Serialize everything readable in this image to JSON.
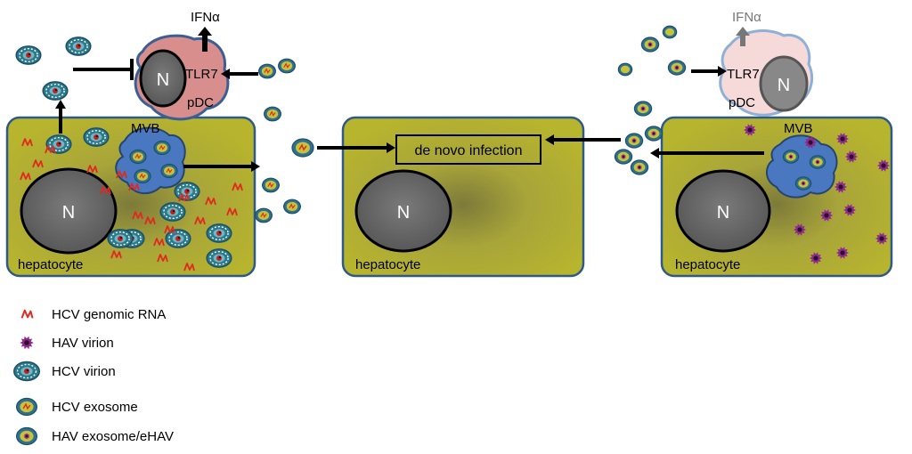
{
  "labels": {
    "nucleus": "N",
    "hepatocyte": "hepatocyte",
    "mvb": "MVB",
    "pdc": "pDC",
    "tlr7": "TLR7",
    "ifn": "IFNα",
    "de_novo": "de novo infection"
  },
  "legend": [
    {
      "icon": "hcv-rna-icon",
      "label": "HCV genomic RNA"
    },
    {
      "icon": "hav-virion-icon",
      "label": "HAV virion"
    },
    {
      "icon": "hcv-virion-icon",
      "label": "HCV virion"
    },
    {
      "icon": "hcv-exosome-icon",
      "label": "HCV exosome"
    },
    {
      "icon": "hav-exosome-icon",
      "label": "HAV exosome/eHAV"
    }
  ],
  "colors": {
    "cell_fill": "#b3b02e",
    "cell_border": "#2e5a8a",
    "nucleus": "#666666",
    "pdc_hcv": "#d98e8e",
    "pdc_hav": "#f6dada",
    "mvb": "#4a78c0",
    "hcv_rna": "#e02a20",
    "hav_virion": "#8e2a8e",
    "ifn_hav": "#777777"
  }
}
